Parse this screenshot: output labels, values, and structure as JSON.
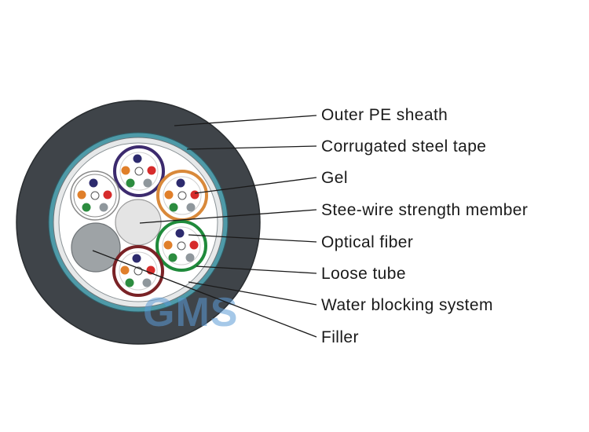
{
  "labels": {
    "outer_sheath": "Outer PE sheath",
    "steel_tape": "Corrugated steel tape",
    "gel": "Gel",
    "strength_member": "Stee-wire strength member",
    "optical_fiber": "Optical fiber",
    "loose_tube": "Loose tube",
    "water_blocking": "Water blocking system",
    "filler": "Filler"
  },
  "watermark": "GMS",
  "colors": {
    "sheath": "#3f4449",
    "tape": "#4e9aa8",
    "core_fill": "#ffffff",
    "filler": "#9ea3a6",
    "strength_member": "#e4e4e4",
    "tube_purple": "#3c2a6e",
    "tube_orange": "#d9893a",
    "tube_green": "#1f8a3b",
    "tube_brown": "#7a2226",
    "tube_white": "#ffffff",
    "fiber_blue": "#2d2b6e",
    "fiber_orange": "#e07f2a",
    "fiber_green": "#2c8c3f",
    "fiber_red": "#d62b2b",
    "fiber_grey": "#8f979c",
    "fiber_white": "#ffffff"
  }
}
